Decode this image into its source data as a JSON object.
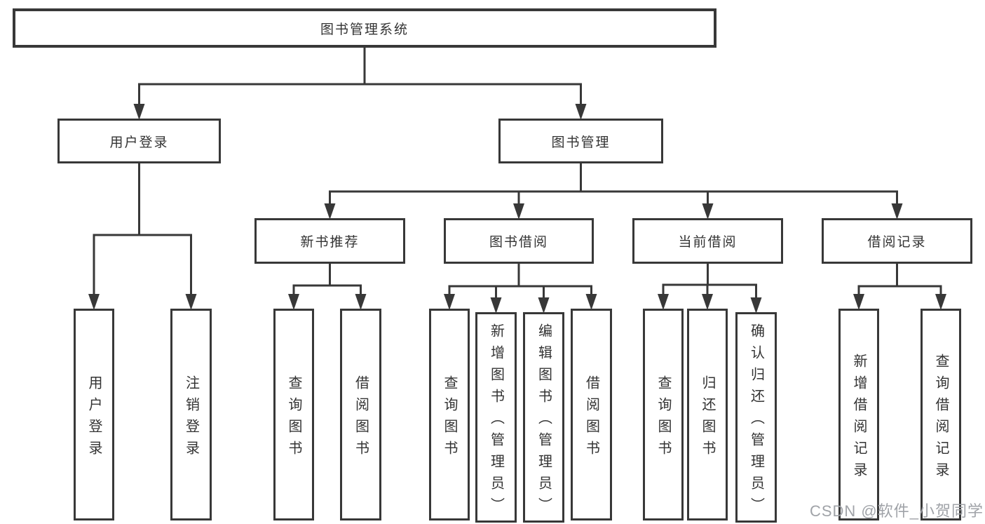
{
  "diagram": {
    "type": "tree",
    "title": "图书管理系统",
    "background": "#ffffff",
    "line_color": "#383838",
    "text_color": "#333333",
    "nodes": [
      {
        "id": "root",
        "label": "图书管理系统",
        "parent": null,
        "orientation": "horizontal"
      },
      {
        "id": "user-login",
        "label": "用户登录",
        "parent": "root",
        "orientation": "horizontal"
      },
      {
        "id": "book-mgmt",
        "label": "图书管理",
        "parent": "root",
        "orientation": "horizontal"
      },
      {
        "id": "login-op",
        "label": "用户登录",
        "parent": "user-login",
        "orientation": "vertical"
      },
      {
        "id": "logout-op",
        "label": "注销登录",
        "parent": "user-login",
        "orientation": "vertical"
      },
      {
        "id": "new-book-rec",
        "label": "新书推荐",
        "parent": "book-mgmt",
        "orientation": "horizontal"
      },
      {
        "id": "book-borrow",
        "label": "图书借阅",
        "parent": "book-mgmt",
        "orientation": "horizontal"
      },
      {
        "id": "current-borrow",
        "label": "当前借阅",
        "parent": "book-mgmt",
        "orientation": "horizontal"
      },
      {
        "id": "borrow-records",
        "label": "借阅记录",
        "parent": "book-mgmt",
        "orientation": "horizontal"
      },
      {
        "id": "rec-query",
        "label": "查询图书",
        "parent": "new-book-rec",
        "orientation": "vertical"
      },
      {
        "id": "rec-borrow",
        "label": "借阅图书",
        "parent": "new-book-rec",
        "orientation": "vertical"
      },
      {
        "id": "bb-query",
        "label": "查询图书",
        "parent": "book-borrow",
        "orientation": "vertical"
      },
      {
        "id": "bb-add",
        "label": "新增图书（管理员）",
        "parent": "book-borrow",
        "orientation": "vertical"
      },
      {
        "id": "bb-edit",
        "label": "编辑图书（管理员）",
        "parent": "book-borrow",
        "orientation": "vertical"
      },
      {
        "id": "bb-borrow",
        "label": "借阅图书",
        "parent": "book-borrow",
        "orientation": "vertical"
      },
      {
        "id": "cb-query",
        "label": "查询图书",
        "parent": "current-borrow",
        "orientation": "vertical"
      },
      {
        "id": "cb-return",
        "label": "归还图书",
        "parent": "current-borrow",
        "orientation": "vertical"
      },
      {
        "id": "cb-confirm",
        "label": "确认归还（管理员）",
        "parent": "current-borrow",
        "orientation": "vertical"
      },
      {
        "id": "br-add",
        "label": "新增借阅记录",
        "parent": "borrow-records",
        "orientation": "vertical"
      },
      {
        "id": "br-query",
        "label": "查询借阅记录",
        "parent": "borrow-records",
        "orientation": "vertical"
      }
    ]
  },
  "watermark": {
    "text": "CSDN @软件_小贺同学",
    "color": "#a0a3a8"
  }
}
